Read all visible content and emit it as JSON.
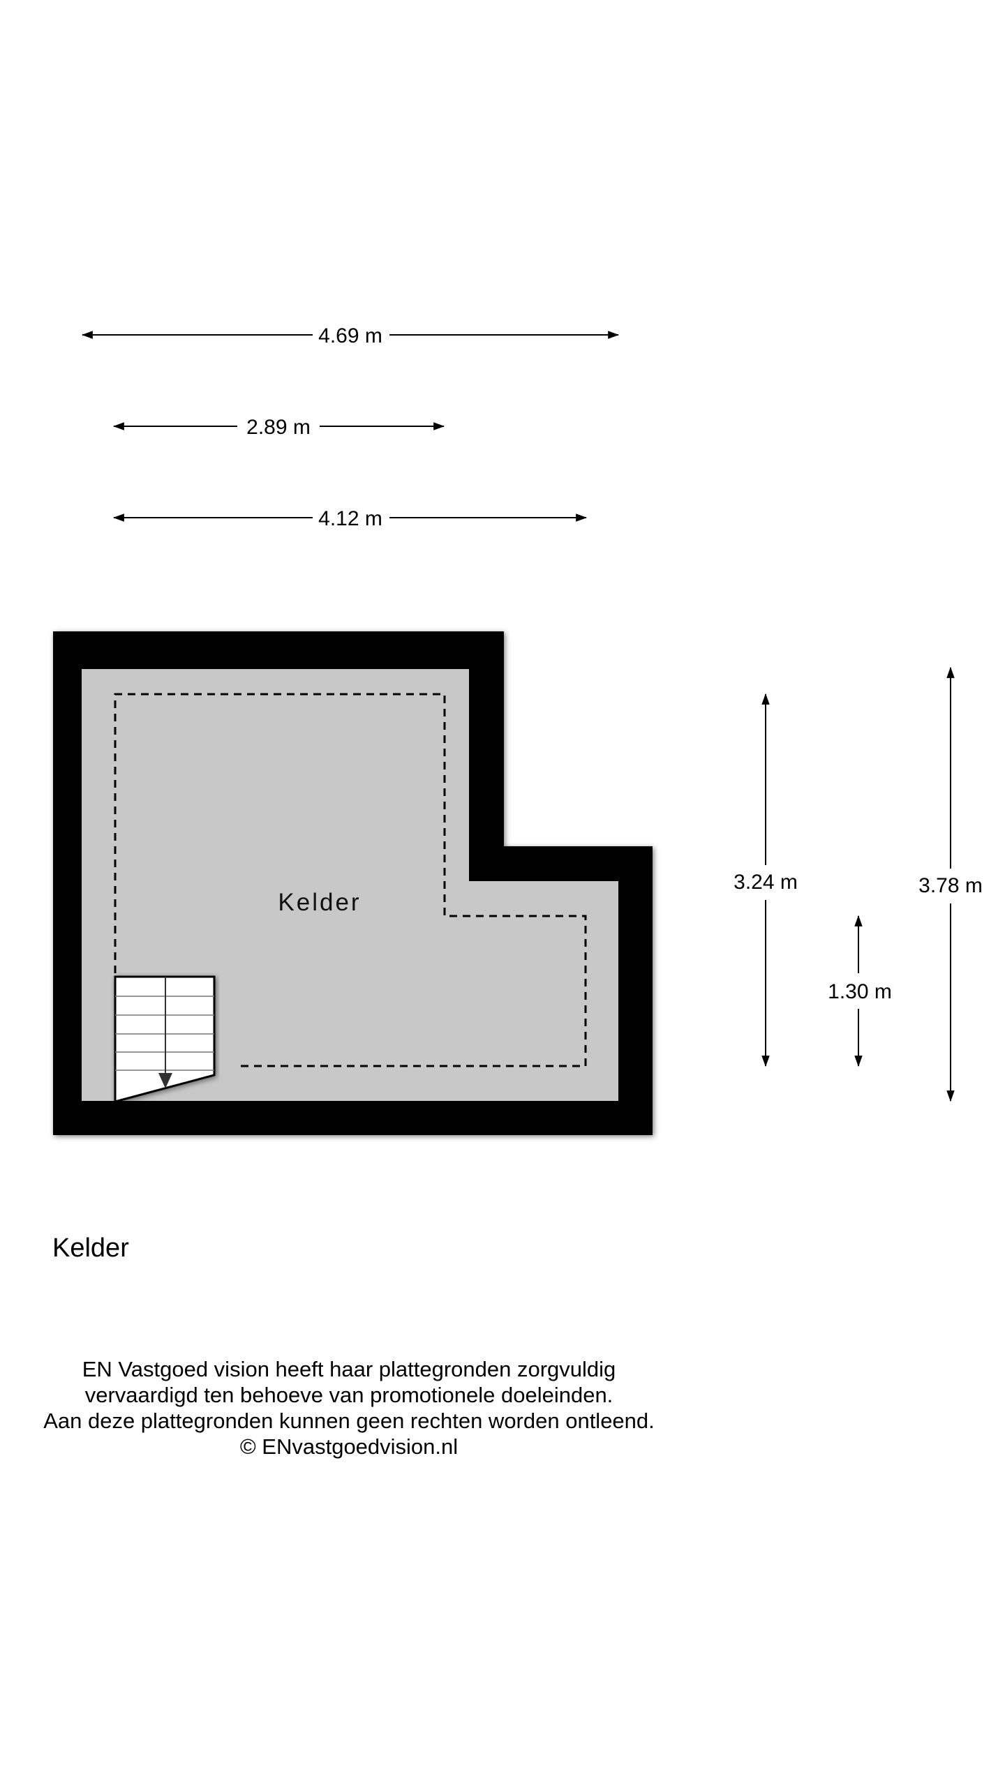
{
  "dimensions": {
    "overall_width": "4.69 m",
    "upper_width": "2.89 m",
    "inner_width": "4.12 m",
    "left_height": "3.24 m",
    "step_height": "1.30 m",
    "overall_height": "3.78 m"
  },
  "room": {
    "name": "Kelder"
  },
  "floor": {
    "title": "Kelder"
  },
  "disclaimer": {
    "line1": "EN Vastgoed vision heeft haar plattegronden zorgvuldig",
    "line2": "vervaardigd ten behoeve van promotionele doeleinden.",
    "line3": "Aan deze plattegronden kunnen geen rechten worden ontleend.",
    "line4": "© ENvastgoedvision.nl"
  },
  "colors": {
    "wall": "#000000",
    "floor": "#c8c8c8",
    "background": "#ffffff"
  }
}
